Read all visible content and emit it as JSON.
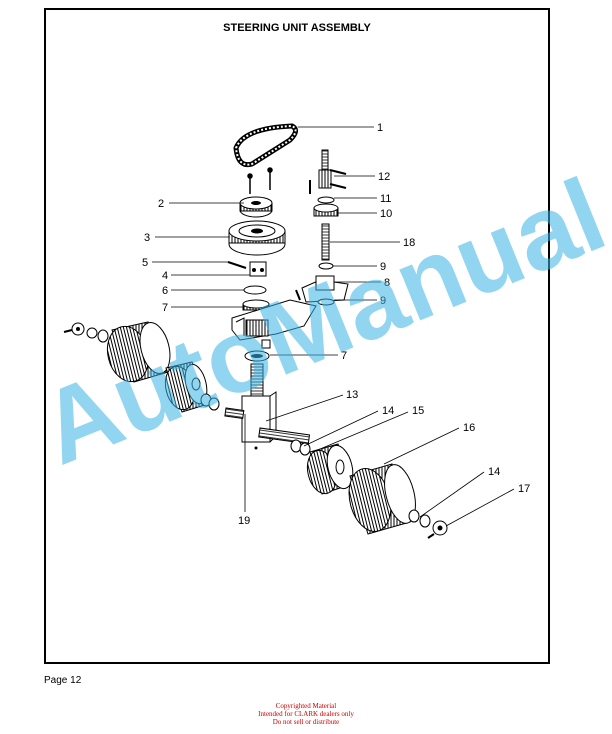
{
  "header": {
    "title": "STEERING UNIT ASSEMBLY"
  },
  "footer": {
    "page": "Page 12",
    "copyright_lines": [
      "Copyrighted Material",
      "Intended for CLARK dealers only",
      "Do not sell or distribute"
    ]
  },
  "watermark": {
    "text": "AutoManual",
    "color": "#3ab4e6"
  },
  "callouts": {
    "c1": "1",
    "c2": "2",
    "c3": "3",
    "c4": "4",
    "c5": "5",
    "c6": "6",
    "c7a": "7",
    "c7b": "7",
    "c8": "8",
    "c9a": "9",
    "c9b": "9",
    "c10": "10",
    "c11": "11",
    "c12": "12",
    "c13": "13",
    "c14a": "14",
    "c14b": "14",
    "c15": "15",
    "c16": "16",
    "c17": "17",
    "c18": "18",
    "c19": "19"
  }
}
